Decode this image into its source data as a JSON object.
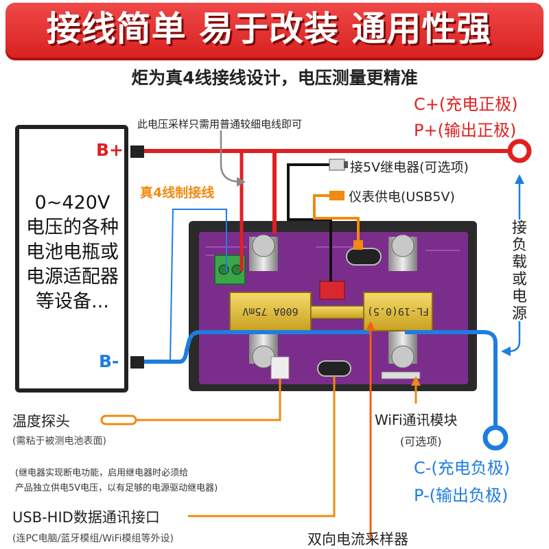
{
  "banner": {
    "title": "接线简单 易于改装 通用性强"
  },
  "subtitle": "炬为真4线接线设计，电压测量更精准",
  "battery": {
    "range": "0~420V",
    "lines": [
      "电压的各种",
      "电池电瓶或",
      "电源适配器",
      "等设备..."
    ]
  },
  "terminals": {
    "b_plus": "B+",
    "b_minus": "B-"
  },
  "notes": {
    "thin_wire": "此电压采样只需用普通较细电线即可",
    "four_wire": "真4线制接线",
    "relay": "接5V继电器(可选项)",
    "usb_power": "仪表供电(USB5V)",
    "relay_note_1": "(继电器实现断电功能，启用继电器时必须给",
    "relay_note_2": "产品独立供电5V电压，以有足够的电源驱动继电器)"
  },
  "right_labels": {
    "c_plus": "C+(充电正极)",
    "p_plus": "P+(输出正极)",
    "load_vertical": "接负载或电源",
    "c_minus": "C-(充电负极)",
    "p_minus": "P-(输出负极)"
  },
  "bottom_labels": {
    "temp_probe": "温度探头",
    "temp_probe_note": "(需粘于被测电池表面)",
    "usb_hid": "USB-HID数据通讯接口",
    "usb_hid_note": "(连PC电脑/蓝牙模组/WiFi模组等外设)",
    "current_sampler": "双向电流采样器",
    "wifi": "WiFi通讯模块",
    "wifi_note": "(可选项)"
  },
  "shunt": {
    "left_marking": "600A 75mV",
    "right_marking": "FL-19(0.5)"
  },
  "colors": {
    "red": "#e02020",
    "blue": "#1e7de0",
    "orange": "#f08a10",
    "board": "#7b2d8b",
    "brass": "#e8c43a"
  }
}
